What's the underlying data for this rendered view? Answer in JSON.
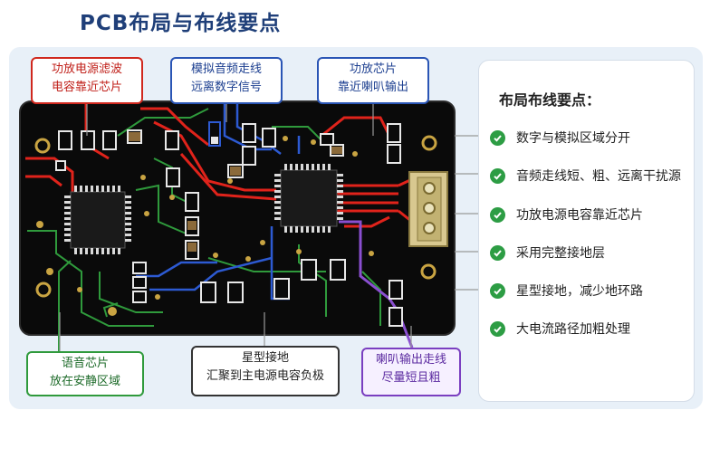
{
  "title": "PCB布局与布线要点",
  "callouts": {
    "amp_cap": [
      "功放电源滤波",
      "电容靠近芯片"
    ],
    "audio_trace": [
      "模拟音频走线",
      "远离数字信号"
    ],
    "amp_chip": [
      "功放芯片",
      "靠近喇叭输出"
    ],
    "voice_chip": [
      "语音芯片",
      "放在安静区域"
    ],
    "star_ground": [
      "星型接地",
      "汇聚到主电源电容负极"
    ],
    "speaker_trace": [
      "喇叭输出走线",
      "尽量短且粗"
    ]
  },
  "side_panel": {
    "heading": "布局布线要点：",
    "items": [
      "数字与模拟区域分开",
      "音频走线短、粗、远离干扰源",
      "功放电源电容靠近芯片",
      "采用完整接地层",
      "星型接地，减少地环路",
      "大电流路径加粗处理"
    ]
  },
  "colors": {
    "board": "#0a0a0a",
    "red_trace": "#e0231b",
    "blue_trace": "#2d5ad2",
    "green_trace": "#2f9a3c",
    "purple_trace": "#8a4fd0",
    "connector": "#d8c890",
    "check": "#2d9d44"
  }
}
